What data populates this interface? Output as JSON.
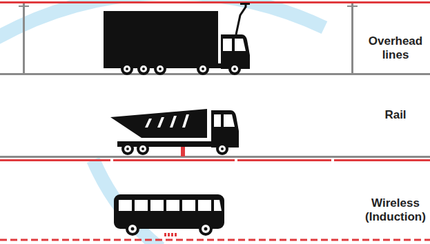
{
  "diagram": {
    "labels": [
      "Overhead lines",
      "Rail",
      "Wireless (Induction)"
    ]
  }
}
